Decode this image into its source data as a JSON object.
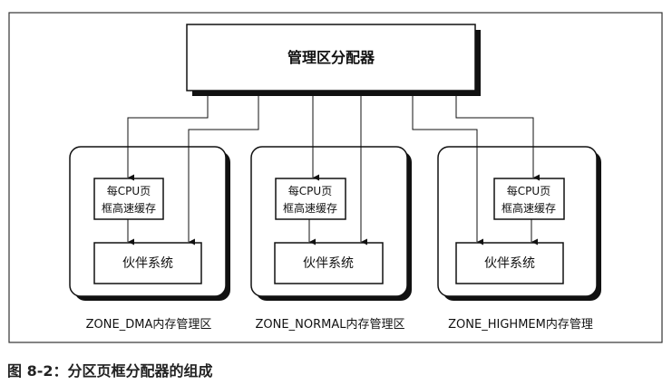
{
  "top_box": {
    "label": "管理区分配器"
  },
  "zones": [
    {
      "cache_line1": "每CPU页",
      "cache_line2": "框高速缓存",
      "buddy": "伙伴系统",
      "label": "ZONE_DMA内存管理区"
    },
    {
      "cache_line1": "每CPU页",
      "cache_line2": "框高速缓存",
      "buddy": "伙伴系统",
      "label": "ZONE_NORMAL内存管理区"
    },
    {
      "cache_line1": "每CPU页",
      "cache_line2": "框高速缓存",
      "buddy": "伙伴系统",
      "label": "ZONE_HIGHMEM内存管理"
    }
  ],
  "caption": "图 8-2：分区页框分配器的组成"
}
